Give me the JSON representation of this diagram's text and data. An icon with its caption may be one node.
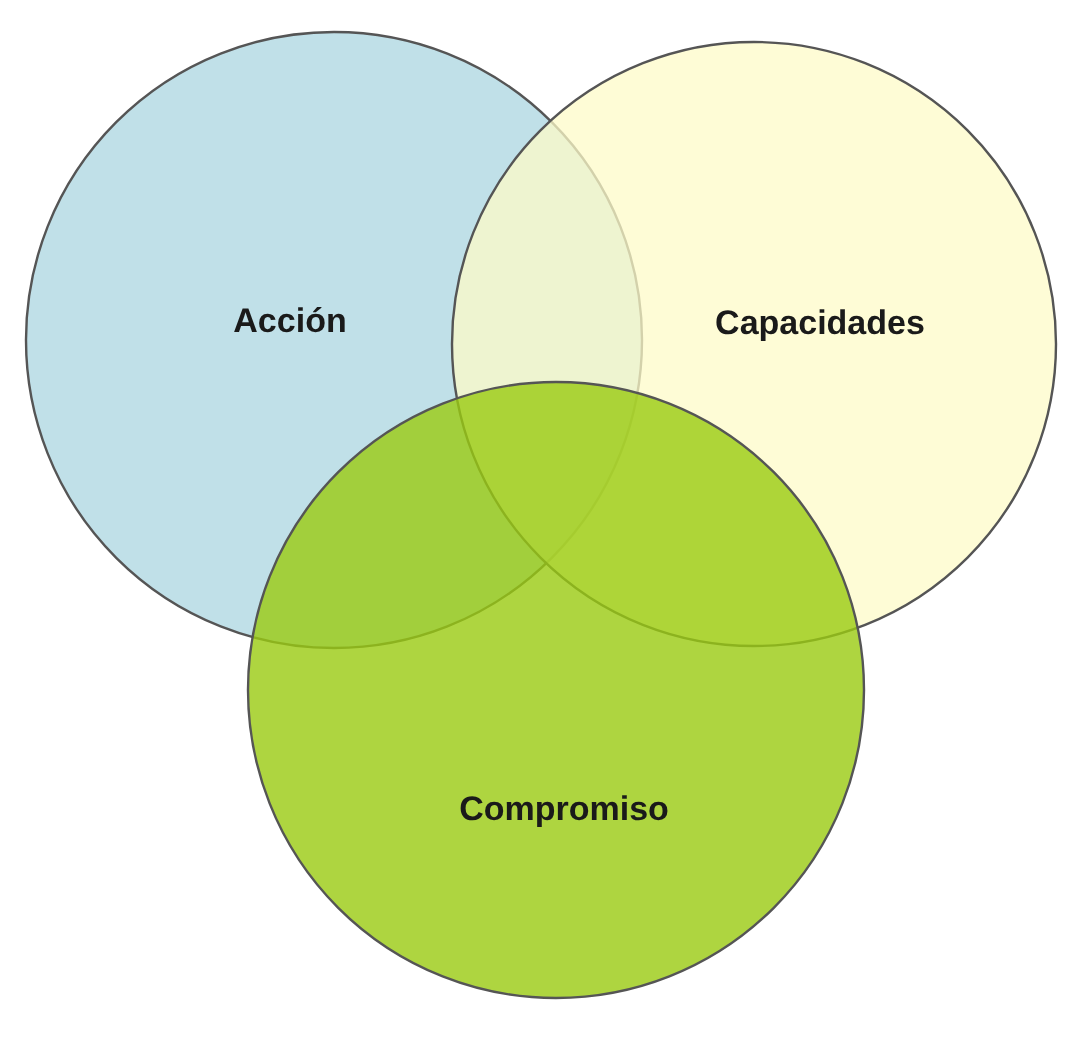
{
  "diagram": {
    "nodes": [
      {
        "text": [
          "Acción"
        ]
      },
      {
        "text": [
          "Capacidades"
        ]
      },
      {
        "text": [
          "Compromiso"
        ]
      }
    ]
  }
}
